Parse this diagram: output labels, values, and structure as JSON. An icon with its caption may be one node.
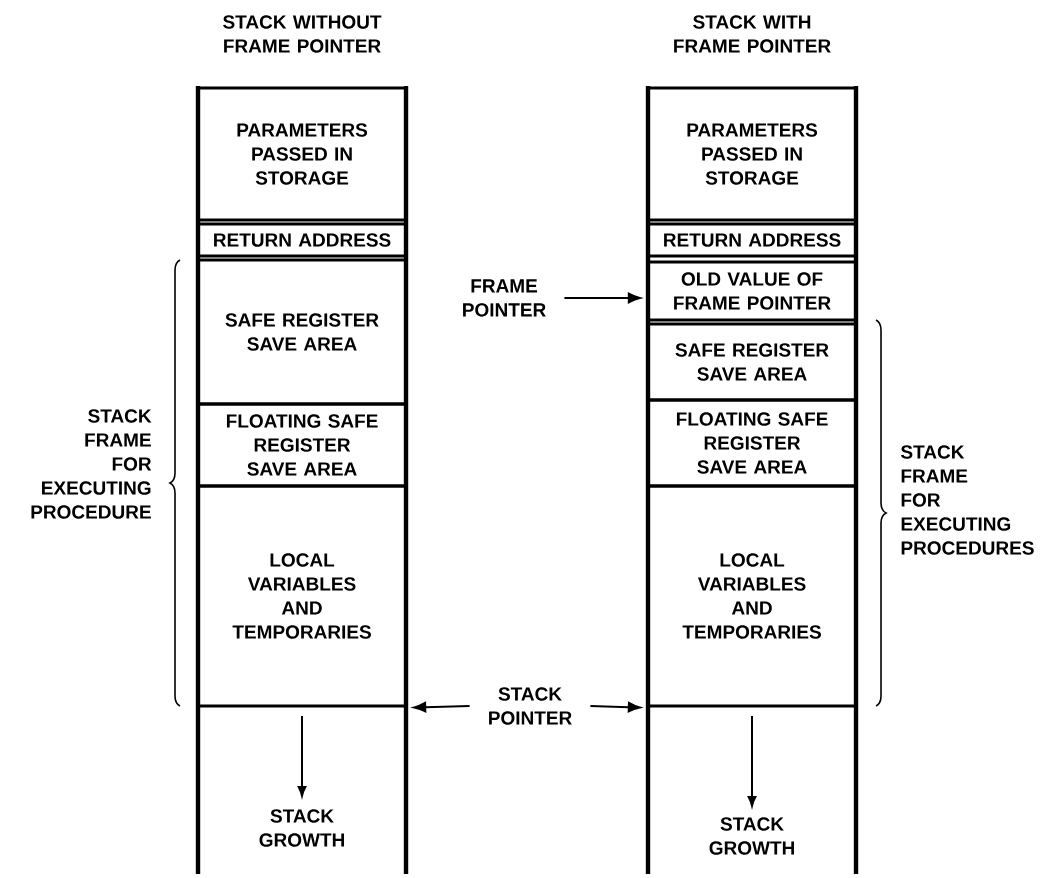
{
  "diagram": {
    "nodes": [
      {
        "text": [
          "PARAMETERS PASSED IN STORAGE"
        ]
      },
      {
        "text": [
          "RETURN ADDRESS"
        ]
      },
      {
        "text": [
          "SAFE REGISTER SAVE AREA"
        ]
      },
      {
        "text": [
          "FLOATING SAFE REGISTER SAVE AREA"
        ]
      },
      {
        "text": [
          "LOCAL VARIABLES AND TEMPORARIES"
        ]
      },
      {
        "text": [
          "PARAMETERS PASSED IN STORAGE"
        ]
      },
      {
        "text": [
          "RETURN ADDRESS"
        ]
      },
      {
        "text": [
          "OLD VALUE OF FRAME POINTER"
        ]
      },
      {
        "text": [
          "SAFE REGISTER SAVE AREA"
        ]
      },
      {
        "text": [
          "FLOATING SAFE REGISTER SAVE AREA"
        ]
      },
      {
        "text": [
          "LOCAL VARIABLES AND TEMPORARIES"
        ]
      },
      {
        "text": [
          "FRAME POINTER"
        ]
      },
      {
        "text": [
          "STACK POINTER"
        ]
      }
    ],
    "edges": [
      {
        "from": 11,
        "to": 7,
        "arrow": "to"
      },
      {
        "from": 12,
        "to": 4,
        "arrow": "to"
      },
      {
        "from": 12,
        "to": 10,
        "arrow": "to"
      }
    ],
    "labels": [
      "STACK WITHOUT FRAME POINTER",
      "STACK WITH FRAME POINTER",
      "STACK FRAME FOR EXECUTING PROCEDURE",
      "STACK FRAME FOR EXECUTING PROCEDURES",
      "STACK GROWTH",
      "STACK GROWTH"
    ]
  }
}
